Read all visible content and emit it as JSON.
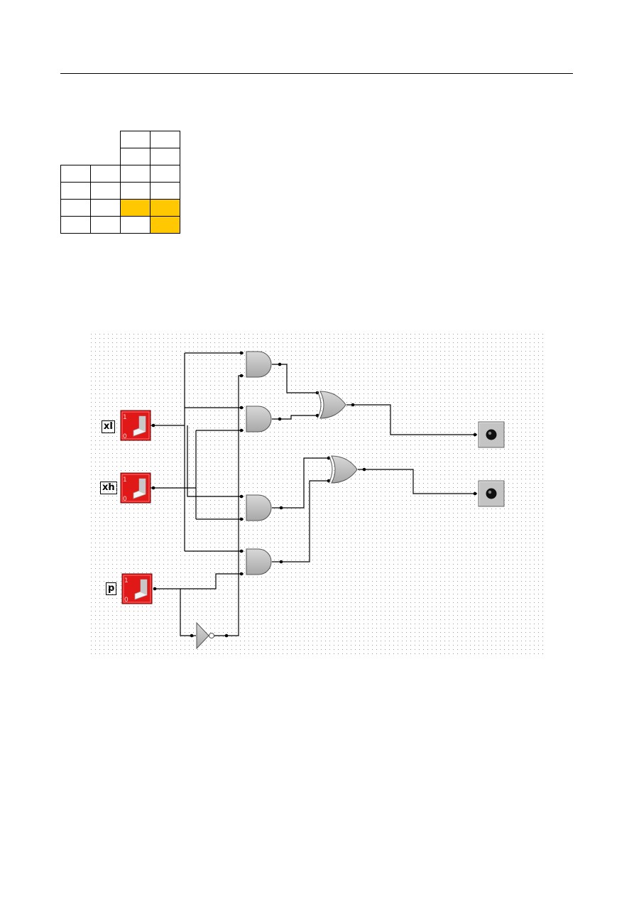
{
  "kmap": {
    "highlight_color": "#ffc800",
    "rows": [
      [
        "",
        "",
        "",
        ""
      ],
      [
        "",
        "",
        "",
        ""
      ],
      [
        "",
        "",
        "",
        ""
      ],
      [
        "",
        "",
        "",
        ""
      ],
      [
        "",
        "",
        "",
        ""
      ],
      [
        "",
        "",
        "",
        ""
      ]
    ]
  },
  "circuit": {
    "inputs": [
      {
        "label": "xl",
        "high": "1",
        "low": "0"
      },
      {
        "label": "xh",
        "high": "1",
        "low": "0"
      },
      {
        "label": "p",
        "high": "1",
        "low": "0"
      }
    ],
    "switch_color": "#e01818",
    "gate_color": "#c0c0c0",
    "outputs": [
      "output-1",
      "output-2"
    ]
  }
}
